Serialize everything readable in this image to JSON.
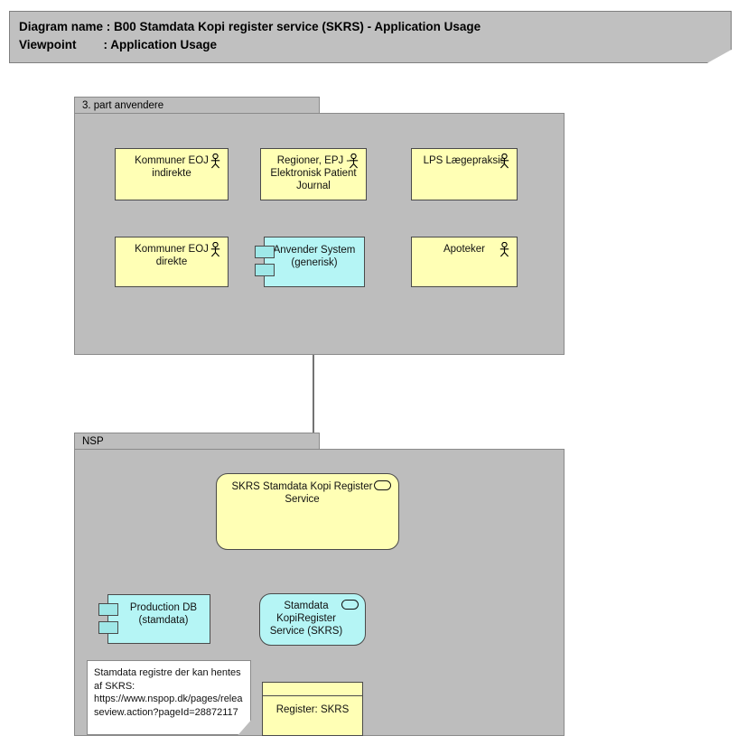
{
  "title_block": {
    "line1": "Diagram name : B00 Stamdata Kopi register service (SKRS) - Application Usage",
    "line2": "Viewpoint        : Application Usage"
  },
  "colors": {
    "canvas": "#ffffff",
    "group_fill": "#bdbdbd",
    "group_border": "#8a8a8a",
    "title_fill": "#c0c0c0",
    "actor_fill": "#ffffb5",
    "component_fill": "#b5f5f5",
    "note_fill": "#ffffff",
    "line": "#000000"
  },
  "groups": [
    {
      "id": "third-party",
      "label": "3. part anvendere"
    },
    {
      "id": "nsp",
      "label": "NSP"
    }
  ],
  "nodes": {
    "kommuner_indirekte": {
      "label": "Kommuner EOJ indirekte",
      "type": "actor",
      "icon": "actor-icon"
    },
    "regioner_epj": {
      "label": "Regioner, EPJ - Elektronisk Patient Journal",
      "type": "actor",
      "icon": "actor-icon"
    },
    "lps": {
      "label": "LPS Lægepraksis",
      "type": "actor",
      "icon": "actor-icon"
    },
    "kommuner_direkte": {
      "label": "Kommuner EOJ direkte",
      "type": "actor",
      "icon": "actor-icon"
    },
    "apoteker": {
      "label": "Apoteker",
      "type": "actor",
      "icon": "actor-icon"
    },
    "anvender_system": {
      "label": "Anvender System (generisk)",
      "type": "component",
      "icon": "component-icon"
    },
    "skrs_service": {
      "label": "SKRS Stamdata Kopi Register Service",
      "type": "application-service",
      "icon": "service-icon"
    },
    "production_db": {
      "label": "Production DB (stamdata)",
      "type": "component",
      "icon": "component-icon"
    },
    "stamdata_kopiregister": {
      "label": "Stamdata KopiRegister Service (SKRS)",
      "type": "component",
      "icon": "service-icon"
    },
    "register_skrs": {
      "label": "Register: SKRS",
      "type": "data-object"
    }
  },
  "note": {
    "text": "Stamdata registre der kan hentes af SKRS: https://www.nspop.dk/pages/releaseview.action?pageId=28872117"
  },
  "connections": [
    {
      "from": "anvender_system",
      "to": "kommuner_indirekte",
      "style": "solid",
      "arrow": "open"
    },
    {
      "from": "anvender_system",
      "to": "regioner_epj",
      "style": "solid",
      "arrow": "open"
    },
    {
      "from": "anvender_system",
      "to": "lps",
      "style": "solid",
      "arrow": "open"
    },
    {
      "from": "anvender_system",
      "to": "kommuner_direkte",
      "style": "solid",
      "arrow": "open"
    },
    {
      "from": "anvender_system",
      "to": "apoteker",
      "style": "solid",
      "arrow": "open"
    },
    {
      "from": "anvender_system",
      "to": "skrs_service",
      "style": "solid",
      "arrow": "filled"
    },
    {
      "from": "stamdata_kopiregister",
      "to": "skrs_service",
      "style": "dashed",
      "arrow": "hollow-triangle"
    },
    {
      "from": "production_db",
      "to": "stamdata_kopiregister",
      "style": "solid",
      "arrow": "open"
    },
    {
      "from": "register_skrs",
      "to": "stamdata_kopiregister",
      "style": "dashed",
      "arrow": "open"
    }
  ]
}
